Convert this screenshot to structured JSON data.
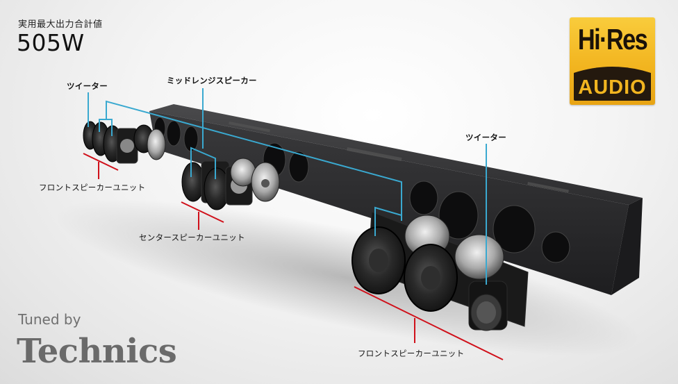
{
  "spec": {
    "label": "実用最大出力合計値",
    "value": "505W"
  },
  "badge": {
    "top_text": "Hi·Res",
    "bottom_text": "AUDIO",
    "colors": {
      "gold": "#f2b520",
      "dark": "#24190e"
    }
  },
  "callouts": {
    "tweeter_left": "ツイーター",
    "midrange": "ミッドレンジスピーカー",
    "tweeter_right": "ツイーター",
    "front_unit_left": "フロントスピーカーユニット",
    "center_unit": "センタースピーカーユニット",
    "front_unit_right": "フロントスピーカーユニット"
  },
  "branding": {
    "tuned_by": "Tuned by",
    "brand": "Technics"
  },
  "colors": {
    "callout_line_blue": "#3aa9d0",
    "group_line_red": "#d0101a",
    "product_body": "#2b2b2d"
  }
}
